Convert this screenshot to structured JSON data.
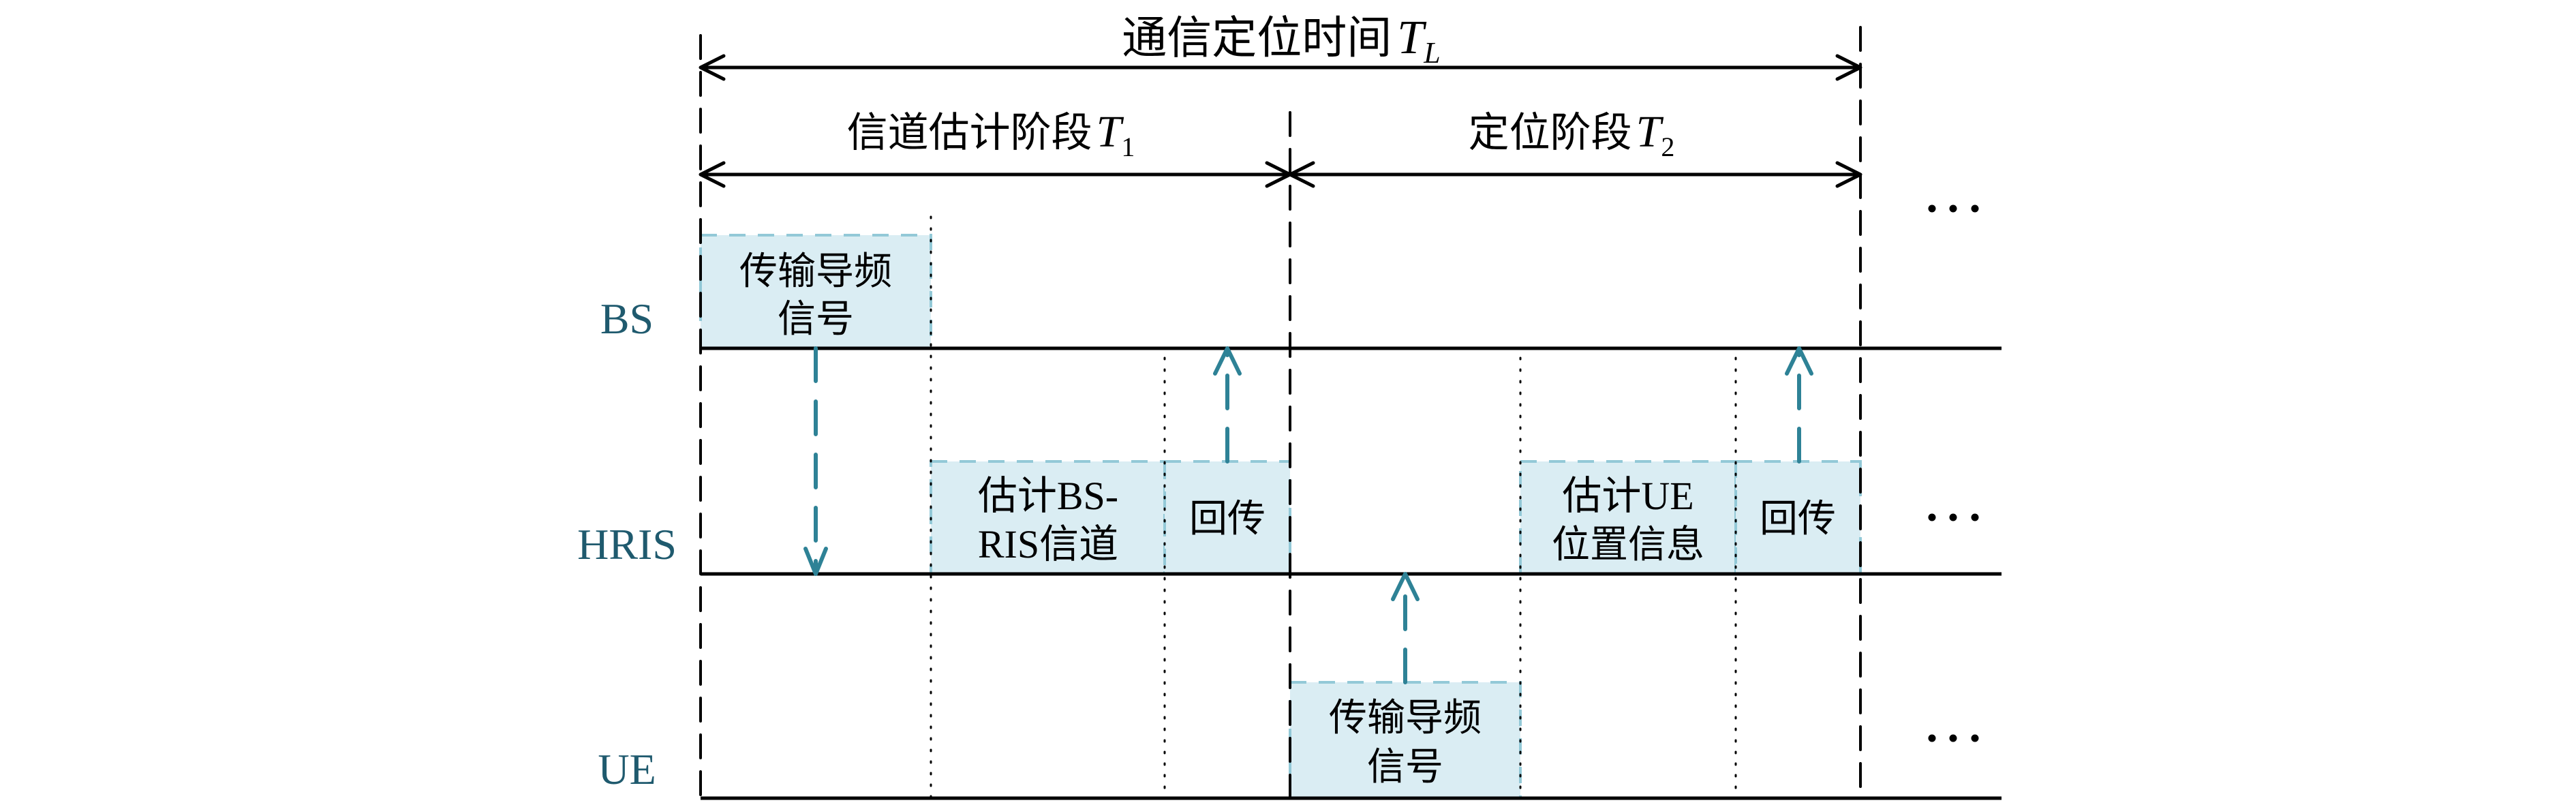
{
  "title": {
    "text": "通信定位时间",
    "symbol": "T",
    "subscript": "L"
  },
  "phases": [
    {
      "id": "channel-estimation",
      "text": "信道估计阶段",
      "symbol": "T",
      "subscript": "1"
    },
    {
      "id": "positioning",
      "text": "定位阶段",
      "symbol": "T",
      "subscript": "2"
    }
  ],
  "rows": [
    {
      "id": "bs",
      "label": "BS",
      "continuation": "…"
    },
    {
      "id": "hris",
      "label": "HRIS",
      "continuation": "…"
    },
    {
      "id": "ue",
      "label": "UE",
      "continuation": "…"
    }
  ],
  "blocks": [
    {
      "id": "bs-pilot",
      "row": "bs",
      "lines": [
        "传输导频",
        "信号"
      ]
    },
    {
      "id": "hris-estimate-bs-ris",
      "row": "hris",
      "lines": [
        "估计BS-",
        "RIS信道"
      ]
    },
    {
      "id": "hris-feedback-1",
      "row": "hris",
      "lines": [
        "回传"
      ]
    },
    {
      "id": "ue-pilot",
      "row": "ue",
      "lines": [
        "传输导频",
        "信号"
      ]
    },
    {
      "id": "hris-estimate-ue",
      "row": "hris",
      "lines": [
        "估计UE",
        "位置信息"
      ]
    },
    {
      "id": "hris-feedback-2",
      "row": "hris",
      "lines": [
        "回传"
      ]
    }
  ],
  "signals": [
    {
      "id": "bs-to-hris-pilot",
      "from": "bs",
      "to": "hris",
      "direction": "down"
    },
    {
      "id": "hris-to-bs-feedback-1",
      "from": "hris",
      "to": "bs",
      "direction": "up"
    },
    {
      "id": "ue-to-hris-pilot",
      "from": "ue",
      "to": "hris",
      "direction": "up"
    },
    {
      "id": "hris-to-bs-feedback-2",
      "from": "hris",
      "to": "bs",
      "direction": "up"
    }
  ],
  "colors": {
    "block_fill": "#daedf3",
    "block_border": "#93c9d7",
    "signal_arrow": "#2e8296",
    "row_label": "#1f5a6e",
    "line": "#000000"
  }
}
